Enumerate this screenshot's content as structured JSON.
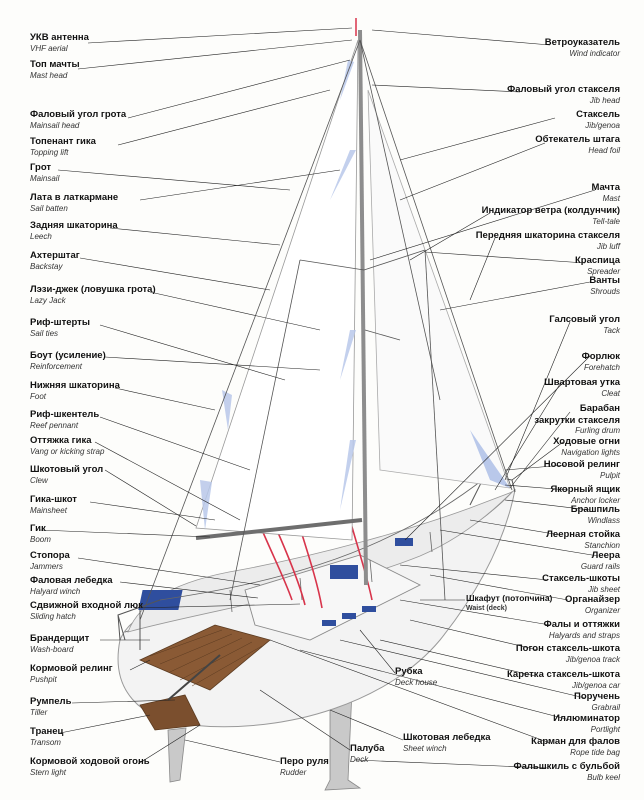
{
  "labels_left": [
    {
      "ru": "УКВ антенна",
      "en": "VHF aerial"
    },
    {
      "ru": "Топ мачты",
      "en": "Mast head"
    },
    {
      "ru": "Фаловый угол грота",
      "en": "Mainsail head"
    },
    {
      "ru": "Топенант гика",
      "en": "Topping lift"
    },
    {
      "ru": "Грот",
      "en": "Mainsail"
    },
    {
      "ru": "Лата в латкармане",
      "en": "Sail batten"
    },
    {
      "ru": "Задняя шкаторина",
      "en": "Leech"
    },
    {
      "ru": "Ахтерштаг",
      "en": "Backstay"
    },
    {
      "ru": "Лэзи-джек (ловушка грота)",
      "en": "Lazy Jack"
    },
    {
      "ru": "Риф-штерты",
      "en": "Sail ties"
    },
    {
      "ru": "Боут (усиление)",
      "en": "Reinforcement"
    },
    {
      "ru": "Нижняя шкаторина",
      "en": "Foot"
    },
    {
      "ru": "Риф-шкентель",
      "en": "Reef pennant"
    },
    {
      "ru": "Оттяжка гика",
      "en": "Vang or kicking strap"
    },
    {
      "ru": "Шкотовый угол",
      "en": "Clew"
    },
    {
      "ru": "Гика-шкот",
      "en": "Mainsheet"
    },
    {
      "ru": "Гик",
      "en": "Boom"
    },
    {
      "ru": "Стопора",
      "en": "Jammers"
    },
    {
      "ru": "Фаловая лебедка",
      "en": "Halyard winch"
    },
    {
      "ru": "Сдвижной входной люк",
      "en": "Sliding hatch"
    },
    {
      "ru": "Брандерщит",
      "en": "Wash-board"
    },
    {
      "ru": "Кормовой релинг",
      "en": "Pushpit"
    },
    {
      "ru": "Румпель",
      "en": "Tiller"
    },
    {
      "ru": "Транец",
      "en": "Transom"
    },
    {
      "ru": "Кормовой ходовой огонь",
      "en": "Stern light"
    }
  ],
  "labels_right": [
    {
      "ru": "Ветроуказатель",
      "en": "Wind indicator"
    },
    {
      "ru": "Фаловый угол стакселя",
      "en": "Jib head"
    },
    {
      "ru": "Стаксель",
      "en": "Jib/genoa"
    },
    {
      "ru": "Обтекатель штага",
      "en": "Head foil"
    },
    {
      "ru": "Мачта",
      "en": "Mast"
    },
    {
      "ru": "Индикатор ветра (колдунчик)",
      "en": "Tell-tale"
    },
    {
      "ru": "Передняя шкаторина стакселя",
      "en": "Jib luff"
    },
    {
      "ru": "Краспица",
      "en": "Spreader"
    },
    {
      "ru": "Ванты",
      "en": "Shrouds"
    },
    {
      "ru": "Галсовый угол",
      "en": "Tack"
    },
    {
      "ru": "Форлюк",
      "en": "Forehatch"
    },
    {
      "ru": "Швартовая утка",
      "en": "Cleat"
    },
    {
      "ru": "Барабан",
      "ru2": "закрутки стакселя",
      "en": "Furling drum"
    },
    {
      "ru": "Ходовые огни",
      "en": "Navigation lights"
    },
    {
      "ru": "Носовой релинг",
      "en": "Pulpit"
    },
    {
      "ru": "Якорный ящик",
      "en": "Anchor locker"
    },
    {
      "ru": "Брашпиль",
      "en": "Windlass"
    },
    {
      "ru": "Леерная стойка",
      "en": "Stanchion"
    },
    {
      "ru": "Леера",
      "en": "Guard rails"
    },
    {
      "ru": "Стаксель-шкоты",
      "en": "Jib sheet"
    },
    {
      "ru": "Органайзер",
      "en": "Organizer"
    },
    {
      "ru": "Фалы и оттяжки",
      "en": "Halyards and straps"
    },
    {
      "ru": "Погон стаксель-шкота",
      "en": "Jib/genoa track"
    },
    {
      "ru": "Каретка стаксель-шкота",
      "en": "Jib/genoa car"
    },
    {
      "ru": "Поручень",
      "en": "Grabrail"
    },
    {
      "ru": "Иллюминатор",
      "en": "Portlight"
    },
    {
      "ru": "Карман для фалов",
      "en": "Rope tide bag"
    },
    {
      "ru": "Фальшкиль с бульбой",
      "en": "Bulb keel"
    }
  ],
  "labels_middle": [
    {
      "ru": "Шкафут (потопчина)",
      "en": "Waist (deck)"
    },
    {
      "ru": "Рубка",
      "en": "Deck house"
    },
    {
      "ru": "Шкотовая лебедка",
      "en": "Sheet winch"
    },
    {
      "ru": "Палуба",
      "en": "Deck"
    },
    {
      "ru": "Перо руля",
      "en": "Rudder"
    }
  ],
  "colors": {
    "sail_blue": "#b9c8ea",
    "deck_teak": "#8a5a35",
    "lines_red": "#d8344b"
  }
}
